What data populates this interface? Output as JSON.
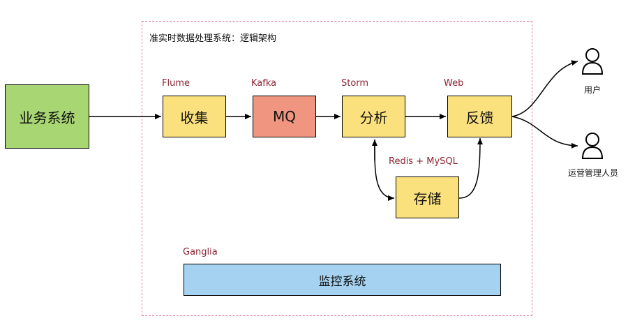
{
  "system_title": "准实时数据处理系统：逻辑架构",
  "source": {
    "label": "业务系统"
  },
  "stages": {
    "collect": {
      "label": "收集",
      "tech": "Flume"
    },
    "mq": {
      "label": "MQ",
      "tech": "Kafka"
    },
    "analyze": {
      "label": "分析",
      "tech": "Storm"
    },
    "feedback": {
      "label": "反馈",
      "tech": "Web"
    },
    "storage": {
      "label": "存储",
      "tech": "Redis + MySQL"
    },
    "monitor": {
      "label": "监控系统",
      "tech": "Ganglia"
    }
  },
  "actors": {
    "user": {
      "label": "用户",
      "icon": "user-icon"
    },
    "admin": {
      "label": "运营管理人员",
      "icon": "user-icon"
    }
  },
  "colors": {
    "yellow": "#fbe17d",
    "salmon": "#f0957f",
    "green": "#a8d672",
    "blue": "#a5d2f1",
    "tech_label": "#8b2332",
    "boundary": "#d9889b"
  }
}
